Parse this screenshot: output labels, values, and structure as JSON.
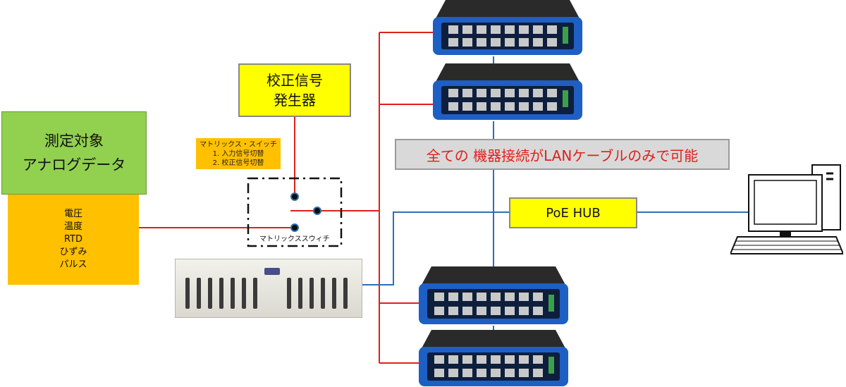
{
  "measurement_target": {
    "title_lines": [
      "測定対象",
      "アナログデータ"
    ],
    "items": [
      "電圧",
      "温度",
      "RTD",
      "ひずみ",
      "パルス"
    ]
  },
  "calibration_generator": {
    "lines": [
      "校正信号",
      "発生器"
    ]
  },
  "matrix_note": {
    "lines": [
      "マトリックス・スイッチ",
      "1. 入力信号切替",
      "2. 校正信号切替"
    ]
  },
  "matrix_switch": {
    "label": "マトリックススウィチ"
  },
  "lan_banner": {
    "text": "全ての 機器接続がLANケーブルのみで可能"
  },
  "poe_hub": {
    "label": "PoE HUB"
  },
  "colors": {
    "analog_wire": "#e0201c",
    "lan_wire": "#2f6fb3",
    "switch_body": "#1e5fc4"
  },
  "icons": [
    "data-logger-rack-icon",
    "network-switch-icon",
    "desktop-computer-icon"
  ]
}
